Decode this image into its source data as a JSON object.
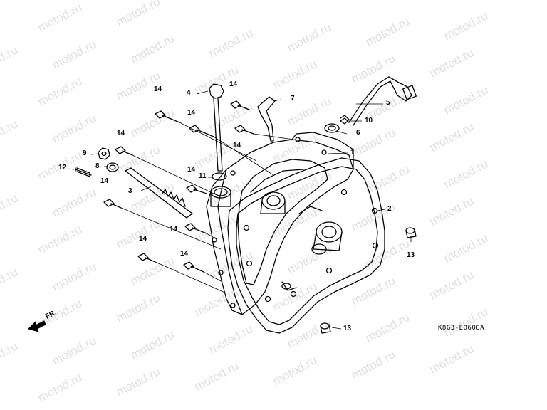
{
  "watermark": {
    "text": "motod.ru",
    "color": "#000000",
    "rows": 11,
    "cols": 8
  },
  "part_labels": [
    {
      "id": "1",
      "text": "1"
    },
    {
      "id": "2",
      "text": "2"
    },
    {
      "id": "3",
      "text": "3"
    },
    {
      "id": "4",
      "text": "4"
    },
    {
      "id": "5",
      "text": "5"
    },
    {
      "id": "6",
      "text": "6"
    },
    {
      "id": "7",
      "text": "7"
    },
    {
      "id": "8",
      "text": "8"
    },
    {
      "id": "9",
      "text": "9"
    },
    {
      "id": "10",
      "text": "10"
    },
    {
      "id": "11",
      "text": "11"
    },
    {
      "id": "12",
      "text": "12"
    },
    {
      "id": "13a",
      "text": "13"
    },
    {
      "id": "13b",
      "text": "13"
    },
    {
      "id": "14a",
      "text": "14"
    },
    {
      "id": "14b",
      "text": "14"
    },
    {
      "id": "14c",
      "text": "14"
    },
    {
      "id": "14d",
      "text": "14"
    },
    {
      "id": "14e",
      "text": "14"
    },
    {
      "id": "14f",
      "text": "14"
    },
    {
      "id": "14g",
      "text": "14"
    },
    {
      "id": "14h",
      "text": "14"
    },
    {
      "id": "14i",
      "text": "14"
    },
    {
      "id": "14j",
      "text": "14"
    }
  ],
  "diagram_code": "K8G3-E0600A",
  "direction_label": "FR.",
  "colors": {
    "ink": "#000000",
    "background": "#ffffff"
  }
}
